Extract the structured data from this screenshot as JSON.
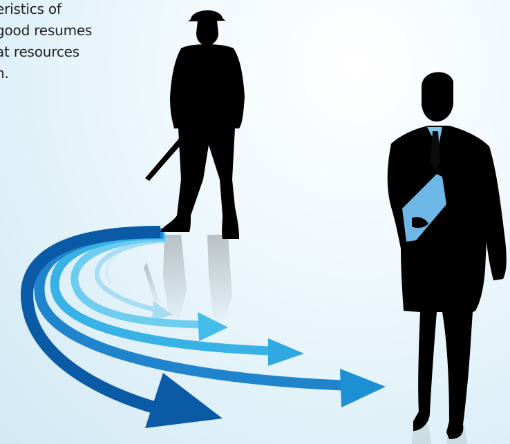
{
  "intro_text": {
    "lines": [
      "eristics of",
      "good resumes",
      "at resources",
      "n."
    ]
  },
  "illustration": {
    "figures": [
      "soldier-silhouette",
      "businessman-silhouette"
    ],
    "arrow_colors": [
      "#0b5aa6",
      "#1f7cc6",
      "#2f9ed9",
      "#45bdea",
      "#8fd3f0",
      "#bde6f6"
    ],
    "silhouette_color": "#000000",
    "accent_shirt_color": "#7ec6ea",
    "folder_color": "#6db8e6"
  }
}
